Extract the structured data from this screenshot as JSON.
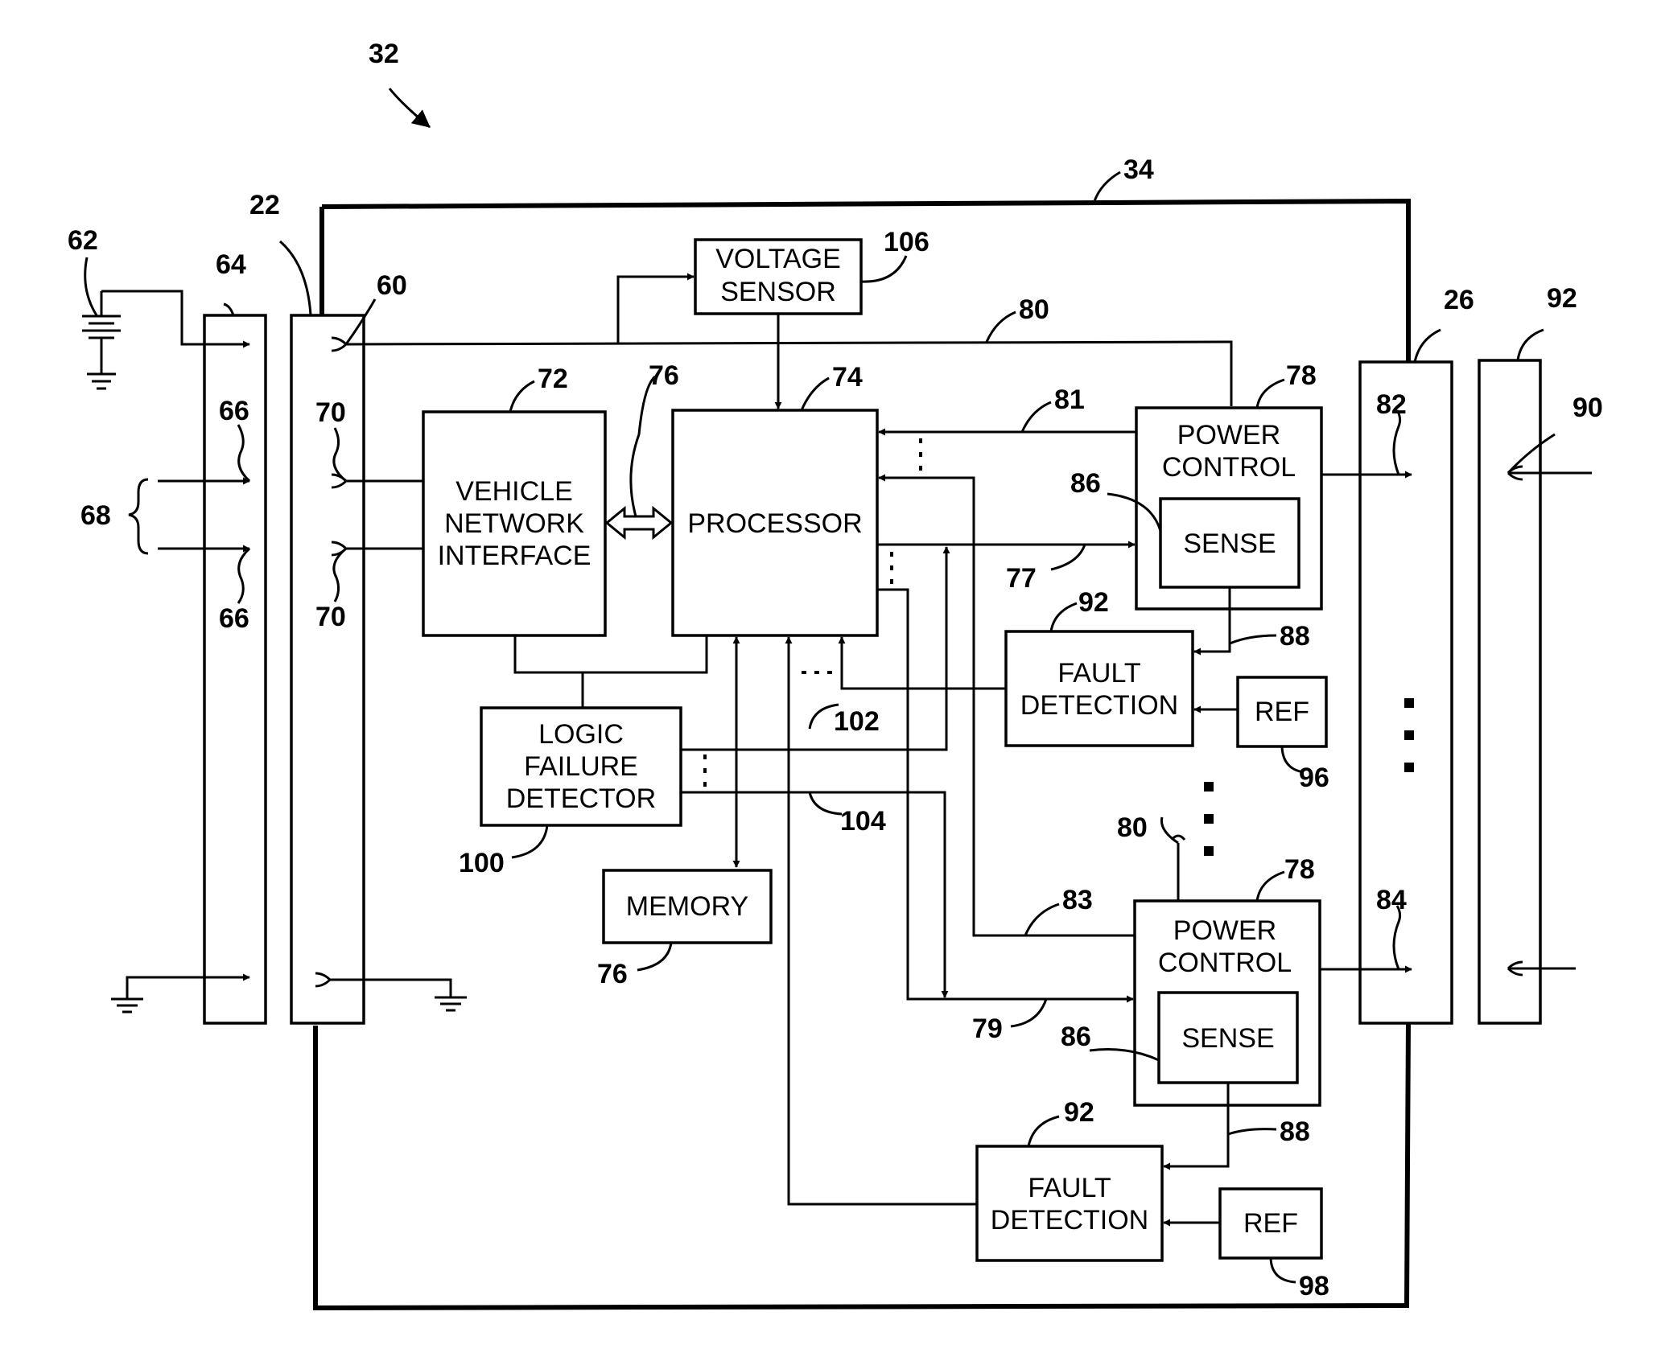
{
  "blocks": {
    "voltage_sensor": [
      "VOLTAGE",
      "SENSOR"
    ],
    "vehicle_network_interface": [
      "VEHICLE",
      "NETWORK",
      "INTERFACE"
    ],
    "processor": "PROCESSOR",
    "power_control_1": [
      "POWER",
      "CONTROL"
    ],
    "sense_1": "SENSE",
    "fault_detection_1": [
      "FAULT",
      "DETECTION"
    ],
    "ref_1": "REF",
    "logic_failure_detector": [
      "LOGIC",
      "FAILURE",
      "DETECTOR"
    ],
    "memory": "MEMORY",
    "power_control_2": [
      "POWER",
      "CONTROL"
    ],
    "sense_2": "SENSE",
    "fault_detection_2": [
      "FAULT",
      "DETECTION"
    ],
    "ref_2": "REF"
  },
  "labels": {
    "system": "32",
    "module": "34",
    "connector_left": "22",
    "connector_harness": "64",
    "battery": "62",
    "pin_60": "60",
    "pin_66_top": "66",
    "pin_66_bottom": "66",
    "inputs_group": "68",
    "pin_70_top": "70",
    "pin_70_bottom": "70",
    "vni": "72",
    "bus": "76",
    "processor": "74",
    "voltage_sensor": "106",
    "power_line_top": "80",
    "power_line_bottom": "80",
    "signal_81": "81",
    "signal_77": "77",
    "power_control_top": "78",
    "power_control_bottom": "78",
    "sense_top": "86",
    "sense_bottom": "86",
    "sense_out_top": "88",
    "sense_out_bottom": "88",
    "fault_top": "92",
    "fault_bottom": "92",
    "ref_top": "96",
    "ref_bottom": "98",
    "line_102": "102",
    "line_104": "104",
    "lfd": "100",
    "memory": "76",
    "signal_83": "83",
    "signal_79": "79",
    "connector_right": "26",
    "connector_right_harness": "92",
    "pin_82": "82",
    "pin_84": "84",
    "pin_90": "90"
  }
}
